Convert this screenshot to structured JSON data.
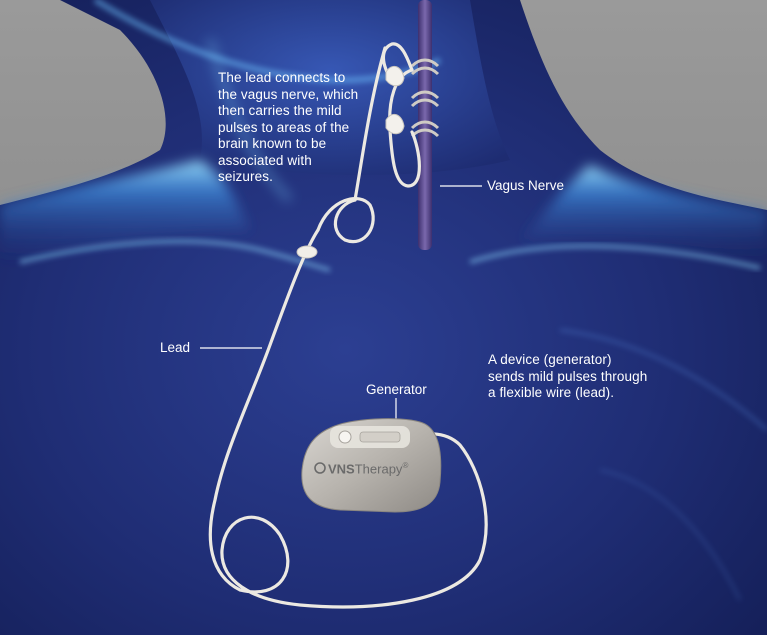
{
  "labels": {
    "vagus_caption": "The lead connects to\nthe vagus nerve, which\nthen carries the mild\npulses to areas of the\nbrain known to be\nassociated with\nseizures.",
    "vagus_nerve": "Vagus Nerve",
    "lead": "Lead",
    "generator": "Generator",
    "device_caption": "A device (generator)\nsends mild pulses through\na flexible wire (lead)."
  },
  "device": {
    "brand_prefix": "VNS",
    "brand_suffix": "Therapy",
    "brand_mark": "®"
  },
  "colors": {
    "backdrop": "#8a8a8a",
    "body_dark": "#1c2a6b",
    "body_mid": "#2b4aa6",
    "highlight": "#7fd6ff",
    "nerve": "#5a4a8c",
    "lead_wire": "#ece9e2",
    "generator": "#b9b6b1"
  }
}
